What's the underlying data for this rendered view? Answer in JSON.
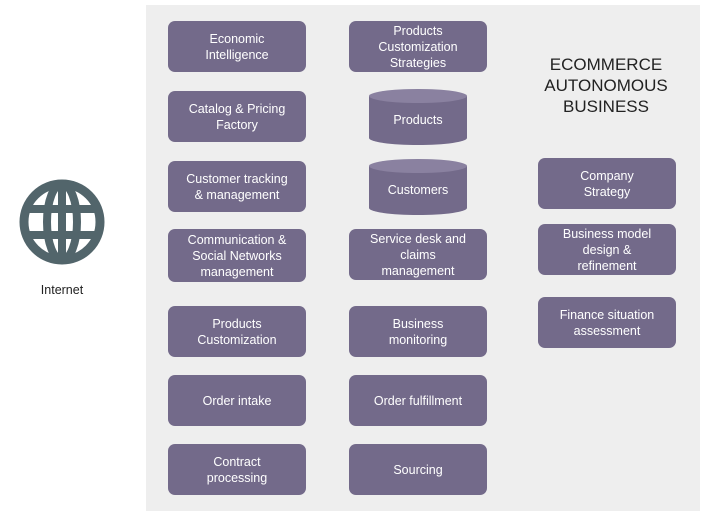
{
  "internet": {
    "label": "Internet",
    "icon": "globe-icon"
  },
  "title": "ECOMMERCE\nAUTONOMOUS\nBUSINESS",
  "column1": [
    "Economic\nIntelligence",
    "Catalog & Pricing\nFactory",
    "Customer tracking\n& management",
    "Communication &\nSocial Networks\nmanagement",
    "Products\nCustomization",
    "Order intake",
    "Contract\nprocessing"
  ],
  "column2": {
    "top": "Products\nCustomization\nStrategies",
    "db_products": "Products",
    "db_customers": "Customers",
    "items": [
      "Service desk and\nclaims\nmanagement",
      "Business\nmonitoring",
      "Order fulfillment",
      "Sourcing"
    ]
  },
  "column3": [
    "Company\nStrategy",
    "Business model\ndesign &\nrefinement",
    "Finance situation\nassessment"
  ],
  "colors": {
    "box": "#736a8a",
    "panel": "#eeeeee",
    "globe": "#52656b"
  }
}
